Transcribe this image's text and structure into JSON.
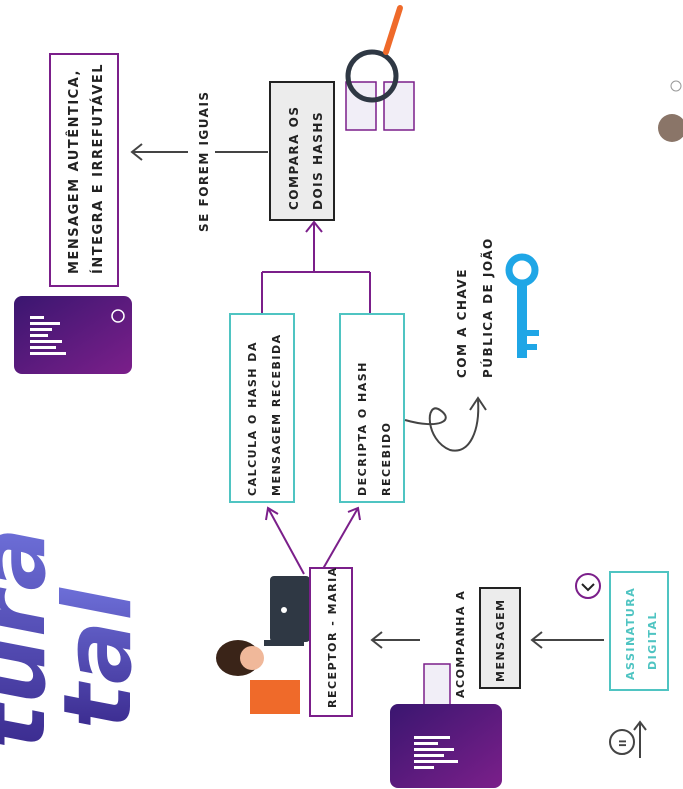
{
  "title_script": {
    "line1": "tura",
    "line2": "tal"
  },
  "nodes": {
    "mensagem_autentica": {
      "line1": "MENSAGEM AUTÊNTICA,",
      "line2": "ÍNTEGRA E IRREFUTÁVEL"
    },
    "se_forem_iguais": "SE FOREM IGUAIS",
    "compara": {
      "line1": "COMPARA OS",
      "line2": "DOIS HASHS"
    },
    "calcula": {
      "line1": "CALCULA O HASH DA",
      "line2": "MENSAGEM RECEBIDA"
    },
    "decripta": {
      "line1": "DECRIPTA O HASH",
      "line2": "RECEBIDO"
    },
    "chave_publica": {
      "line1": "COM A CHAVE",
      "line2": "PÚBLICA DE JOÃO"
    },
    "receptor": "RECEPTOR - MARIA",
    "acompanha": "ACOMPANHA A",
    "mensagem": "MENSAGEM",
    "assinatura": {
      "line1": "ASSINATURA",
      "line2": "DIGITAL"
    }
  },
  "badges": {
    "step_number": "II"
  },
  "colors": {
    "purple": "#7b1f8a",
    "teal": "#4fc4c2",
    "dark": "#222222",
    "blue": "#1fa6e6",
    "orange": "#ef6a2a",
    "navy": "#2a2f7d"
  },
  "icons": {
    "magnifier": "magnifier-icon",
    "key": "key-icon",
    "chevron": "chevron-down-icon",
    "arrow": "arrow-up-icon"
  }
}
